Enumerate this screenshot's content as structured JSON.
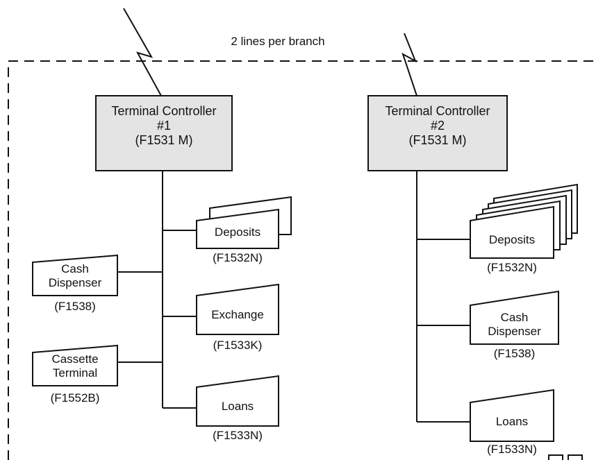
{
  "header": {
    "note": "2 lines per branch"
  },
  "controllers": [
    {
      "title": "Terminal Controller",
      "number": "#1",
      "model": "(F1531 M)"
    },
    {
      "title": "Terminal Controller",
      "number": "#2",
      "model": "(F1531 M)"
    }
  ],
  "branch1": {
    "left": [
      {
        "label": "Cash\nDispenser",
        "code": "(F1538)"
      },
      {
        "label": "Cassette\nTerminal",
        "code": "(F1552B)"
      }
    ],
    "right": [
      {
        "label": "Deposits",
        "code": "(F1532N)"
      },
      {
        "label": "Exchange",
        "code": "(F1533K)"
      },
      {
        "label": "Loans",
        "code": "(F1533N)"
      }
    ]
  },
  "branch2": {
    "right": [
      {
        "label": "Deposits",
        "code": "(F1532N)"
      },
      {
        "label": "Cash\nDispenser",
        "code": "(F1538)"
      },
      {
        "label": "Loans",
        "code": "(F1533N)"
      }
    ]
  },
  "colors": {
    "controller_fill": "#e4e4e4",
    "line": "#111111",
    "boundary": "#111111"
  }
}
